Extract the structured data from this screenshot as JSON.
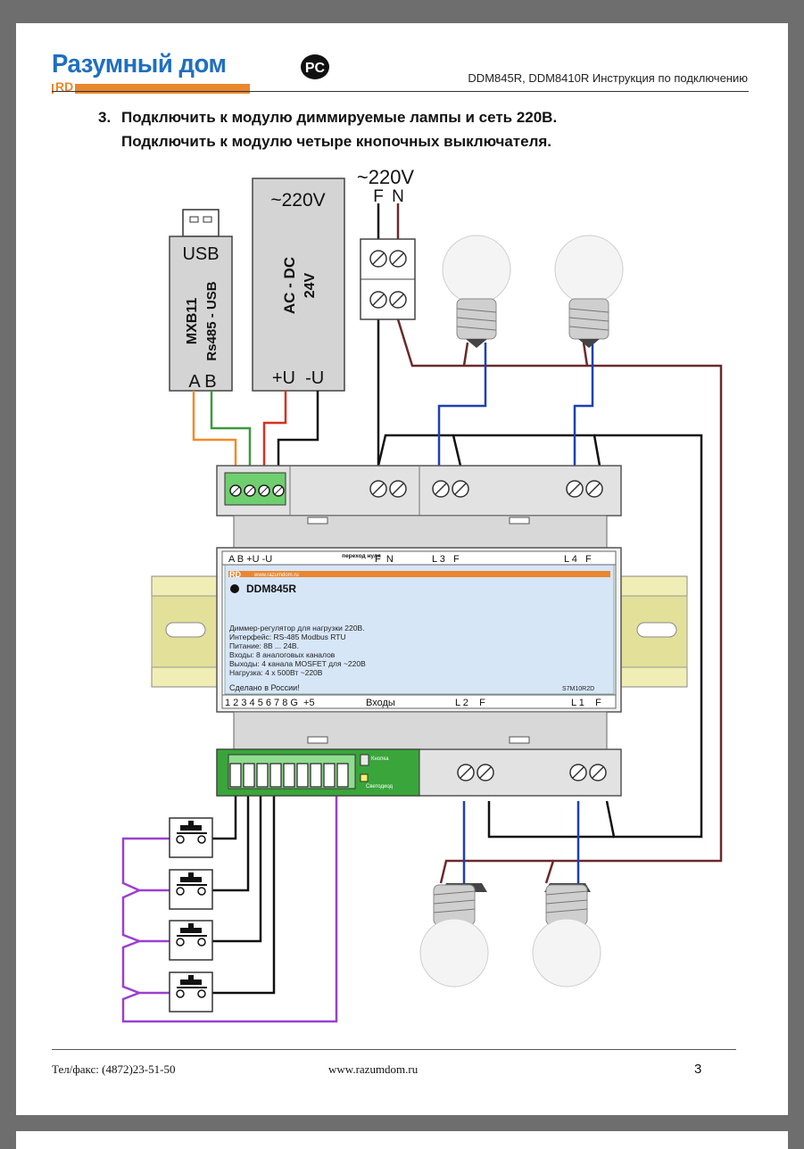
{
  "header": {
    "logo_text": "Разумный дом",
    "logo_sub": "RD",
    "title": "DDM845R, DDM8410R Инструкция по подключению"
  },
  "step": {
    "number": "3.",
    "line1": "Подключить к модулю диммируемые лампы и сеть 220В.",
    "line2": "Подключить к модулю четыре кнопочных выключателя."
  },
  "diagram": {
    "converter": {
      "top": "USB",
      "name": "MXB11",
      "subtitle": "Rs485 - USB",
      "pins": "A B"
    },
    "psu": {
      "input": "~220V",
      "name": "AC - DC",
      "voltage": "24V",
      "outputs": "+U  -U"
    },
    "mains": {
      "label": "~220V",
      "phase": "F",
      "neutral": "N"
    },
    "module": {
      "top_labels": {
        "abuv": "A B +U -U",
        "jumper": "переход нуля",
        "fn": "F  N",
        "l3": "L 3   F",
        "l4": "L 4   F"
      },
      "brand_line": "RD",
      "website": "www.razumdom.ru",
      "model": "DDM845R",
      "description": [
        "Диммер-регулятор для нагрузки 220В.",
        "Интерфейс: RS-485 Modbus RTU",
        "Питание: 8В ... 24В.",
        "Входы: 8 аналоговых каналов",
        "Выходы: 4 канала MOSFET для ~220В",
        "Нагрузка: 4 х 500Вт ~220В"
      ],
      "made_in": "Сделано в России!",
      "serial": "S7M10R2D",
      "bottom_labels": {
        "inputs": "1 2 3 4 5 6 7 8 G  +5",
        "inputs_title": "Входы",
        "l2": "L 2    F",
        "l1": "L 1    F"
      },
      "button_label": "Кнопка",
      "led_label": "Светодиод"
    },
    "colors": {
      "wire_black": "#111111",
      "wire_brown": "#6b2a2a",
      "wire_blue": "#1f3fb5",
      "wire_orange": "#f08a2c",
      "wire_green": "#3c9a3c",
      "wire_red": "#d8301f",
      "wire_purple": "#9b3fd0",
      "din_rail": "#f0eeb4",
      "terminal_green": "#6fcf6f",
      "board_green": "#3aa53a"
    }
  },
  "footer": {
    "tel": "Тел/факс: (4872)23-51-50",
    "website": "www.razumdom.ru",
    "page": "3"
  }
}
